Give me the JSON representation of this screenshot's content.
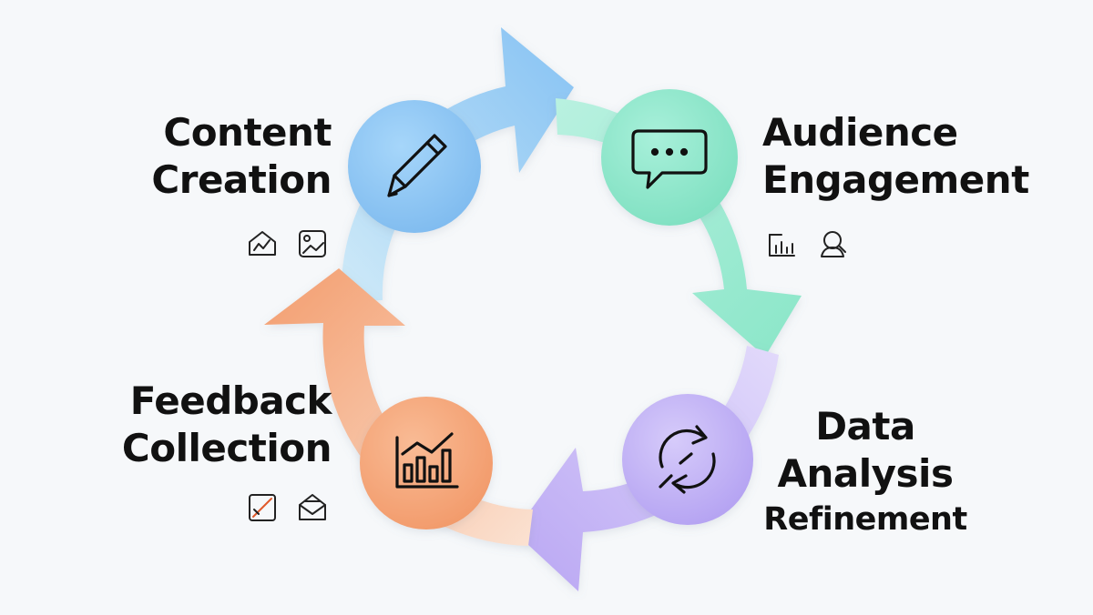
{
  "stages": [
    {
      "id": "content-creation",
      "lines": [
        "Content",
        "Creation"
      ],
      "color": "#8fc8f5",
      "icon": "pencil-icon",
      "mini_icons": [
        "house-chart-icon",
        "image-gallery-icon"
      ]
    },
    {
      "id": "audience-engagement",
      "lines": [
        "Audience",
        "Engagement"
      ],
      "color": "#8ee8cc",
      "icon": "chat-bubble-icon",
      "mini_icons": [
        "bar-chart-icon",
        "user-search-icon"
      ]
    },
    {
      "id": "data-analysis",
      "lines": [
        "Data",
        "Analysis",
        "Refinement"
      ],
      "color": "#c8b8f6",
      "icon": "refresh-cycle-icon",
      "mini_icons": []
    },
    {
      "id": "feedback-collection",
      "lines": [
        "Feedback",
        "Collection"
      ],
      "color": "#f6a97c",
      "icon": "growth-chart-icon",
      "mini_icons": [
        "chart-card-icon",
        "open-envelope-icon"
      ]
    }
  ],
  "colors": {
    "background": "#f6f8fa",
    "blue_arrow": "#8fc8f5",
    "green_arrow": "#9de8d2",
    "purple_arrow": "#cbbcf6",
    "orange_arrow": "#f6a97c",
    "text": "#111111"
  }
}
